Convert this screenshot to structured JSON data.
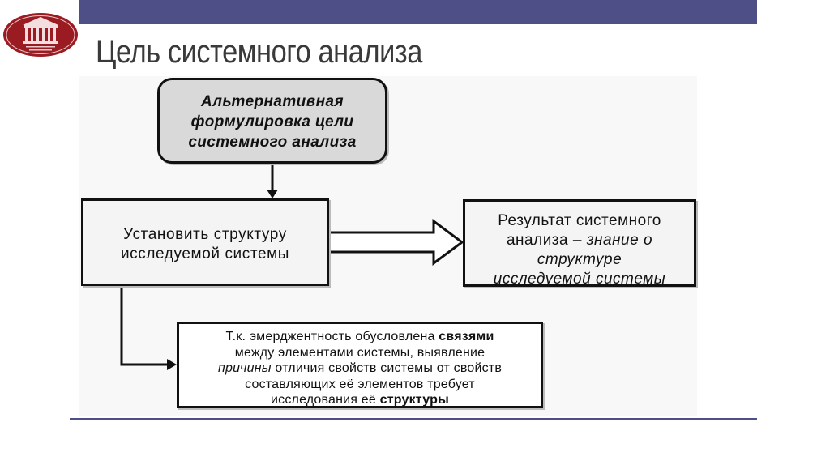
{
  "slide": {
    "title": "Цель системного анализа"
  },
  "diagram": {
    "top_box": {
      "line1": "Альтернативная",
      "line2": "формулировка цели",
      "line3": "системного анализа"
    },
    "left_box": {
      "line1": "Установить структуру",
      "line2": "исследуемой системы"
    },
    "right_box": {
      "line1": "Результат системного",
      "line2_plain": "анализа – ",
      "line2_italic": "знание о",
      "line3": "структуре",
      "line4": "исследуемой системы"
    },
    "bottom_box": {
      "l1_plain": "Т.к. эмерджентность обусловлена ",
      "l1_bold": "связями",
      "l2": "между элементами системы, выявление",
      "l3_italic": "причины",
      "l3_plain": " отличия свойств системы от свойств",
      "l4": "составляющих её элементов требует",
      "l5_plain": "исследования её ",
      "l5_bold": "структуры"
    }
  },
  "colors": {
    "accent_bar": "#4d4f86",
    "logo": "#9b1b22"
  }
}
